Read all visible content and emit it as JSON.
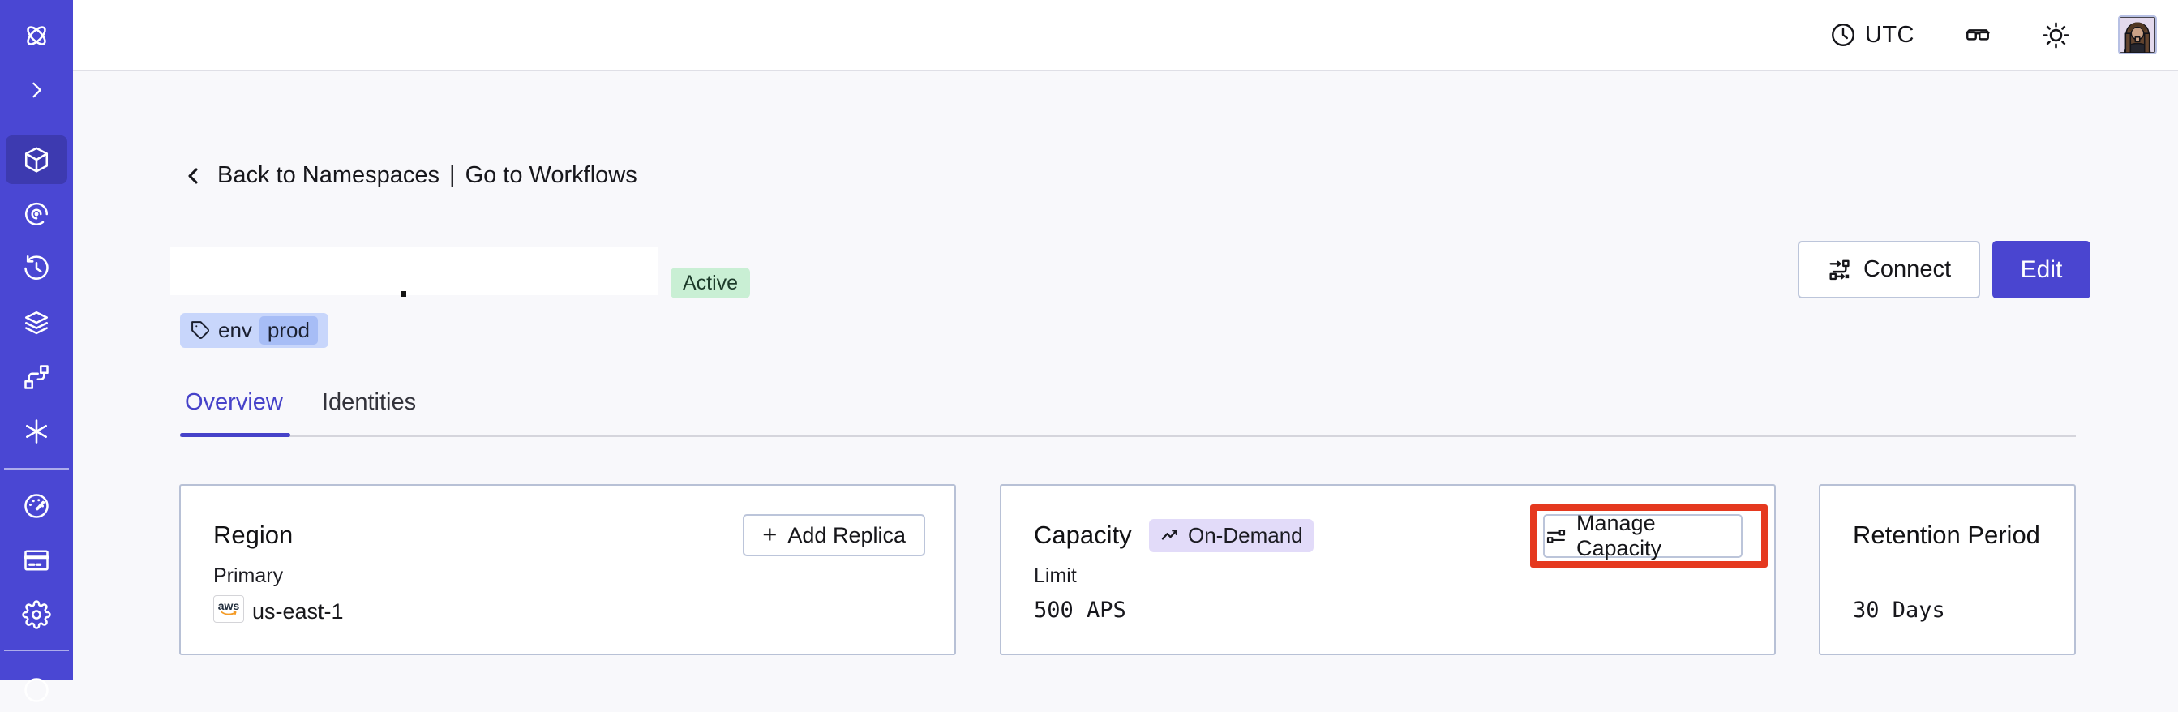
{
  "colors": {
    "sidebar": "#4a47d3",
    "sidebar_active_item": "#3d3ab0",
    "accent_indigo": "#4642c9",
    "edit_button": "#4a45d0",
    "status_active_bg": "#c9efd4",
    "tag_chip_bg": "#c8d6fb",
    "tag_value_bg": "#a7bdf6",
    "ondemand_badge_bg": "#e2dbf9",
    "annotation_red": "#e5391f",
    "card_border": "#b8c1d6",
    "content_bg": "#f8f8fb"
  },
  "sidebar": {
    "icons": [
      "temporal-logo",
      "expand-chevron",
      "namespaces (active)",
      "insights",
      "history",
      "layers",
      "deployments",
      "nexus",
      "usage-gauge",
      "billing-card",
      "settings-gear",
      "support (cut off)"
    ]
  },
  "topbar": {
    "timezone_label": "UTC",
    "icons": [
      "clock",
      "glasses",
      "brightness",
      "avatar"
    ]
  },
  "breadcrumb": {
    "back_label": "Back to Namespaces",
    "separator": "|",
    "forward_label": "Go to Workflows"
  },
  "namespace": {
    "status": "Active",
    "tag_key": "env",
    "tag_value": "prod"
  },
  "actions": {
    "connect_label": "Connect",
    "edit_label": "Edit"
  },
  "tabs": [
    {
      "label": "Overview",
      "active": true
    },
    {
      "label": "Identities",
      "active": false
    }
  ],
  "cards": {
    "region": {
      "title": "Region",
      "button_plus": "+",
      "button_label": "Add Replica",
      "label": "Primary",
      "provider": "aws",
      "value": "us-east-1"
    },
    "capacity": {
      "title": "Capacity",
      "badge": "On-Demand",
      "button_label": "Manage Capacity",
      "label": "Limit",
      "value": "500 APS"
    },
    "retention": {
      "title": "Retention Period",
      "value": "30 Days"
    }
  }
}
